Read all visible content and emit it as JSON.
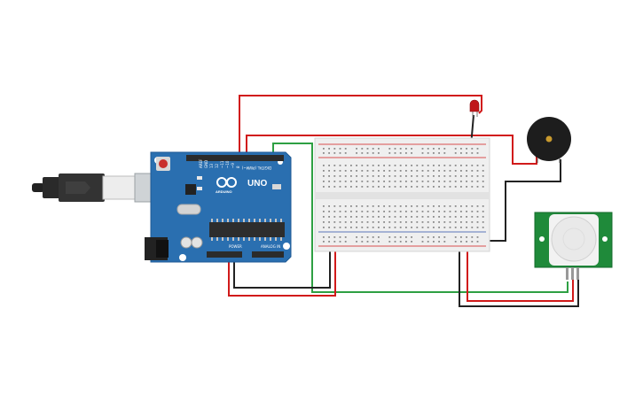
{
  "board": {
    "model": "UNO",
    "brand": "ARDUINO",
    "digital_header_label": "DIGITAL (PWM~)",
    "power_label": "POWER",
    "analog_label": "ANALOG IN",
    "colors": {
      "pcb": "#2a6fb0",
      "pcb_edge": "#1f5a94",
      "header": "#2b2b2b",
      "chip": "#2d2d2d"
    }
  },
  "pir": {
    "colors": {
      "pcb": "#1f8a3a",
      "dome": "#e9e9e9"
    }
  },
  "led": {
    "color": "#c0161a"
  },
  "buzzer": {
    "color": "#1d1d1d",
    "center": "#c99a2e"
  },
  "wires": {
    "colors": {
      "red": "#d11a1a",
      "black": "#222222",
      "green": "#2ea043",
      "white": "#cfcfcf"
    }
  }
}
